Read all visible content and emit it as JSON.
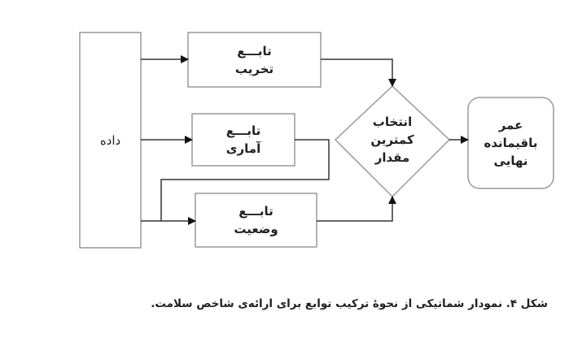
{
  "diagram": {
    "data_box": "داده",
    "func_degradation": {
      "line1": "تابـــع",
      "line2": "تخریب"
    },
    "func_statistical": {
      "line1": "تابـــع",
      "line2": "آماری"
    },
    "func_condition": {
      "line1": "تابـــع",
      "line2": "وضعیت"
    },
    "decision": {
      "line1": "انتخاب",
      "line2": "کمترین",
      "line3": "مقدار"
    },
    "output": {
      "line1": "عمر",
      "line2": "باقیمانده",
      "line3": "نهایی"
    }
  },
  "caption": "شکل ۴. نمودار شماتیکی از نحوهٔ ترکیب توابع برای ارائه‌ی شاخص سلامت."
}
